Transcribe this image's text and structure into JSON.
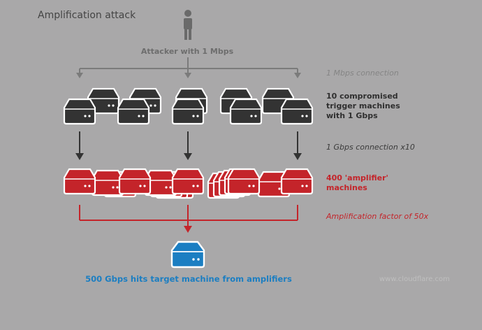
{
  "title": "Amplification attack",
  "labels": {
    "attacker": "Attacker with 1 Mbps",
    "mbps_connection": "1 Mbps connection",
    "triggers_line1": "10 compromised",
    "triggers_line2": "trigger machines",
    "triggers_line3": "with 1 Gbps",
    "gbps_connection": "1 Gbps connection x10",
    "amplifiers_line1": "400 'amplifier'",
    "amplifiers_line2": "machines",
    "amp_factor": "Amplification factor of 50x",
    "target": "500 Gbps hits target machine from amplifiers",
    "watermark": "www.cloudflare.com"
  },
  "colors": {
    "background": "#a9a8a9",
    "trigger": "#333333",
    "amplifier": "#c4242a",
    "target": "#1b7ec2",
    "attacker": "#6a6a6a"
  },
  "icons": [
    "person-icon",
    "server-icon"
  ]
}
